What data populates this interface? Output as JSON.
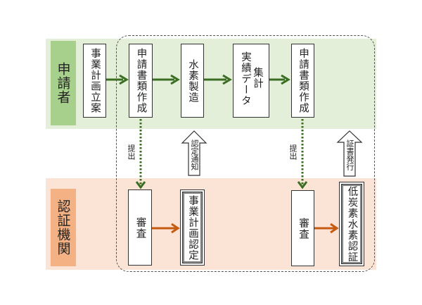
{
  "lanes": {
    "applicant": "申請者",
    "certifier": "認証機関"
  },
  "steps": {
    "plan": "事業計画立案",
    "apply1": "申請書類作成",
    "production": "水素製造",
    "data_col1": "実績データ",
    "data_col2": "集計",
    "apply2": "申請書類作成",
    "review1": "審査",
    "plan_cert": "事業計画認定",
    "review2": "審査",
    "lowcarbon_cert": "低炭素水素認証"
  },
  "labels": {
    "submit1": "提出",
    "submit2": "提出",
    "notice": "認定通知",
    "issue": "証書発行"
  },
  "colors": {
    "applicant_band": "#e3efd9",
    "applicant_label": "#a8d08d",
    "certifier_band": "#fbe4d5",
    "certifier_label": "#f4b183",
    "flow_arrow_green": "#3b6e23",
    "flow_arrow_orange": "#c55a11"
  }
}
